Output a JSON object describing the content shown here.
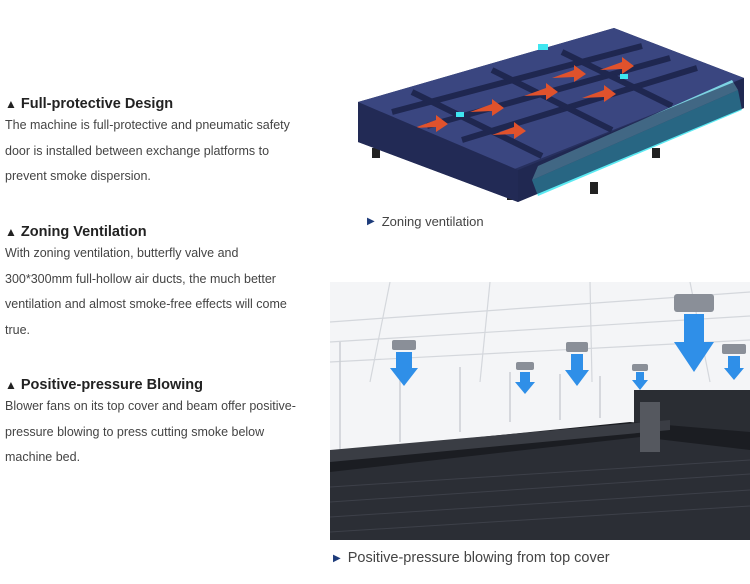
{
  "sections": [
    {
      "marker": "▲",
      "title": "Full-protective Design",
      "body": "The machine is full-protective and pneumatic safety door is installed between exchange platforms to prevent smoke dispersion."
    },
    {
      "marker": "▲",
      "title": "Zoning Ventilation",
      "body": "With zoning ventilation, butterfly valve and 300*300mm full-hollow air ducts, the much better ventilation and almost smoke-free effects will come true."
    },
    {
      "marker": "▲",
      "title": "Positive-pressure Blowing",
      "body": "Blower fans on its top cover and beam offer positive-pressure blowing to press cutting smoke below machine bed."
    }
  ],
  "images": {
    "top_caption": "Zoning ventilation",
    "bottom_caption": "Positive-pressure blowing from top cover",
    "caption_marker": "▶"
  },
  "colors": {
    "frame_blue": "#2e3a6e",
    "duct_cyan": "#3fe6f0",
    "airflow_red": "#e0522c",
    "arrow_blue": "#2f8fe8"
  }
}
